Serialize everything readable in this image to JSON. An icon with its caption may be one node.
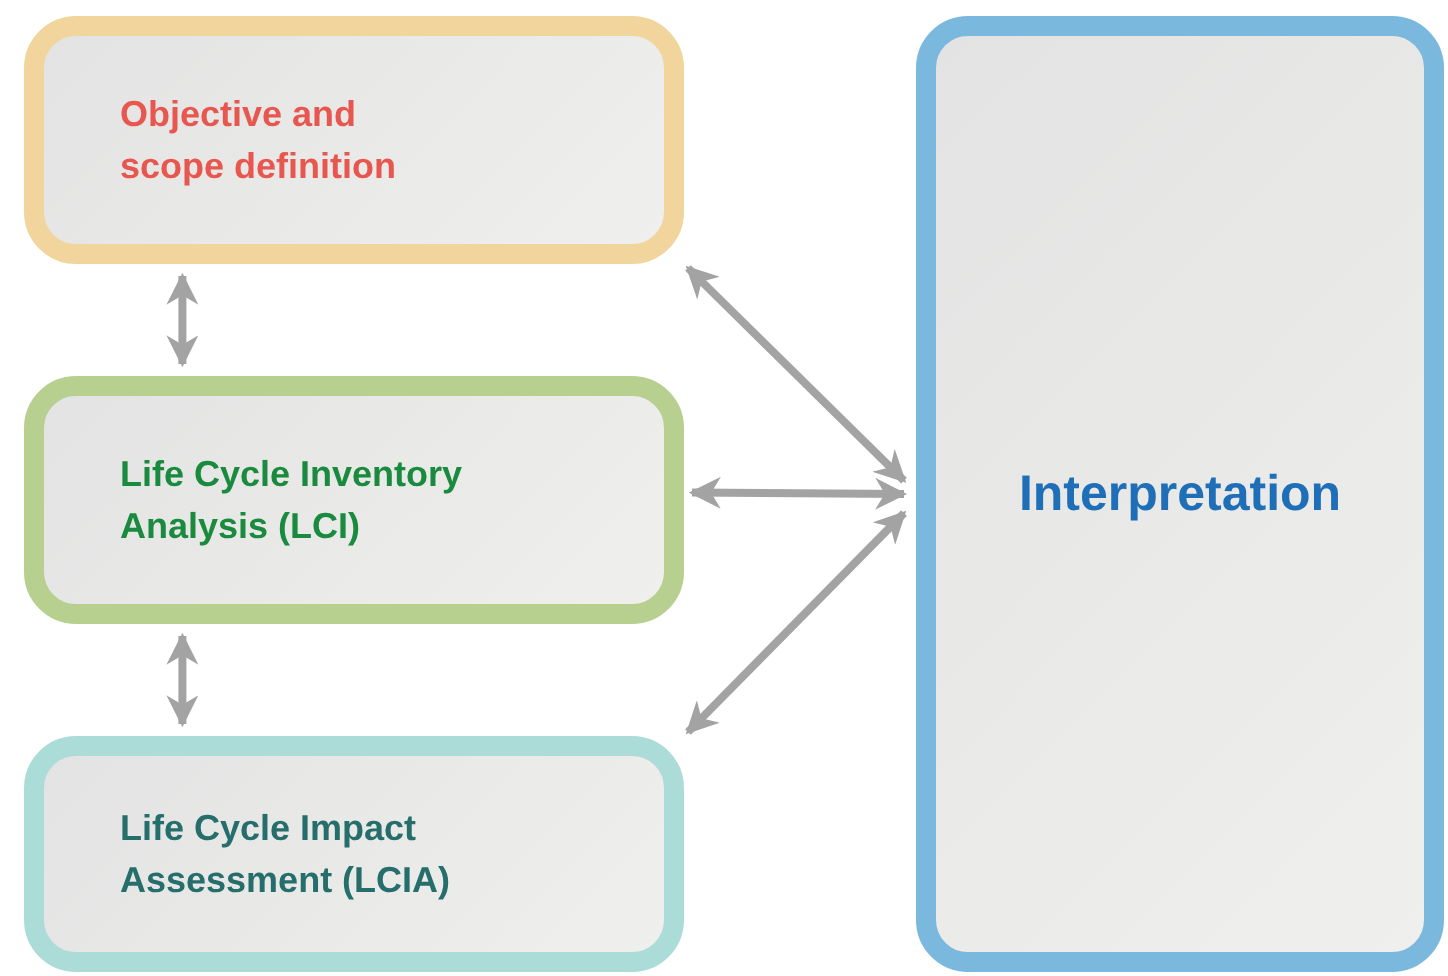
{
  "diagram": {
    "nodes": [
      {
        "text": [
          "Objective and scope definition"
        ]
      },
      {
        "text": [
          "Life Cycle Inventory Analysis (LCI)"
        ]
      },
      {
        "text": [
          "Life Cycle Impact Assessment (LCIA)"
        ]
      },
      {
        "text": [
          "Interpretation"
        ]
      }
    ],
    "edges": [
      {
        "from": 0,
        "to": 1,
        "arrow": "both"
      },
      {
        "from": 1,
        "to": 2,
        "arrow": "both"
      },
      {
        "from": 0,
        "to": 3,
        "arrow": "both"
      },
      {
        "from": 1,
        "to": 3,
        "arrow": "both"
      },
      {
        "from": 2,
        "to": 3,
        "arrow": "both"
      }
    ]
  }
}
